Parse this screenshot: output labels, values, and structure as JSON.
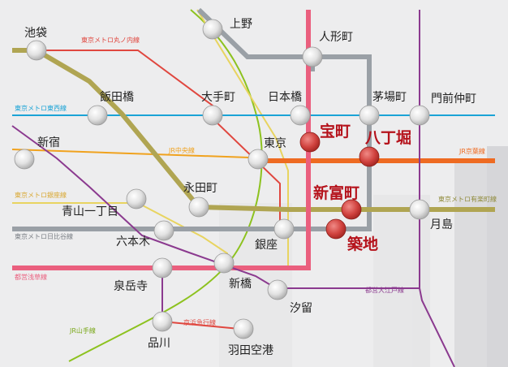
{
  "colors": {
    "background": "#ededee",
    "marunouchi": "#e0473f",
    "tozai": "#1aa3d6",
    "chuo": "#f0a21e",
    "keiyo": "#ee6b22",
    "ginza": "#e8b83a",
    "hibiya": "#9aa0a6",
    "asakusa": "#ea5f7e",
    "yurakucho": "#b8a24c",
    "oedo": "#8b3a8f",
    "yamanote": "#8dc21f",
    "keikyu": "#e0473f",
    "hanzomon": "#8f8a3a",
    "shinjuku_line": "#b3be2e",
    "highlight_station": "#c93c3c",
    "station_fill": "#e4e4e4"
  },
  "line_labels": {
    "marunouchi": "東京メトロ丸ノ内線",
    "tozai": "東京メトロ東西線",
    "chuo": "JR中央線",
    "keiyo": "JR京葉線",
    "ginza": "東京メトロ銀座線",
    "yurakucho": "東京メトロ有楽町線",
    "hibiya": "東京メトロ日比谷線",
    "asakusa": "都営浅草線",
    "oedo": "都営大江戸線",
    "yamanote": "JR山手線",
    "keikyu": "京浜急行線"
  },
  "stations": {
    "ikebukuro": "池袋",
    "ueno": "上野",
    "ningyocho": "人形町",
    "iidabashi": "飯田橋",
    "otemachi": "大手町",
    "nihombashi": "日本橋",
    "kayabacho": "茅場町",
    "monzennakacho": "門前仲町",
    "shinjuku": "新宿",
    "tokyo": "東京",
    "nagatacho": "永田町",
    "aoyama": "青山一丁目",
    "roppongi": "六本木",
    "ginza": "銀座",
    "tsukishima": "月島",
    "sengakuji": "泉岳寺",
    "shimbashi": "新橋",
    "shiodome": "汐留",
    "shinagawa": "品川",
    "haneda": "羽田空港"
  },
  "highlight_stations": {
    "takaracho": "宝町",
    "hatchobori": "八丁堀",
    "shintomicho": "新富町",
    "tsukiji": "築地"
  }
}
